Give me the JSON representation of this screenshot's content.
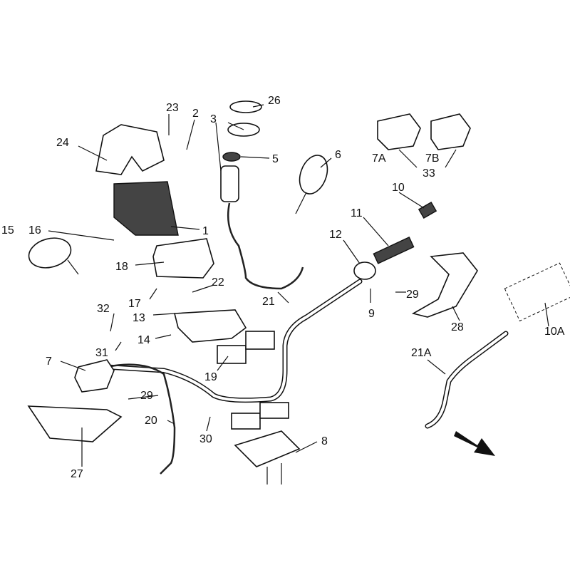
{
  "diagram": {
    "labels": {
      "p1": "1",
      "p2": "2",
      "p3": "3",
      "p5": "5",
      "p6": "6",
      "p7": "7",
      "p7A": "7A",
      "p7B": "7B",
      "p8": "8",
      "p9": "9",
      "p10": "10",
      "p10A": "10A",
      "p11": "11",
      "p12": "12",
      "p13": "13",
      "p14": "14",
      "p15": "15",
      "p16": "16",
      "p17": "17",
      "p18": "18",
      "p19": "19",
      "p20": "20",
      "p21": "21",
      "p21A": "21A",
      "p22": "22",
      "p23": "23",
      "p24": "24",
      "p26": "26",
      "p27": "27",
      "p28": "28",
      "p29a": "29",
      "p29b": "29",
      "p30": "30",
      "p31": "31",
      "p32": "32",
      "p33": "33"
    },
    "icons": {
      "direction": "arrow-icon"
    }
  }
}
